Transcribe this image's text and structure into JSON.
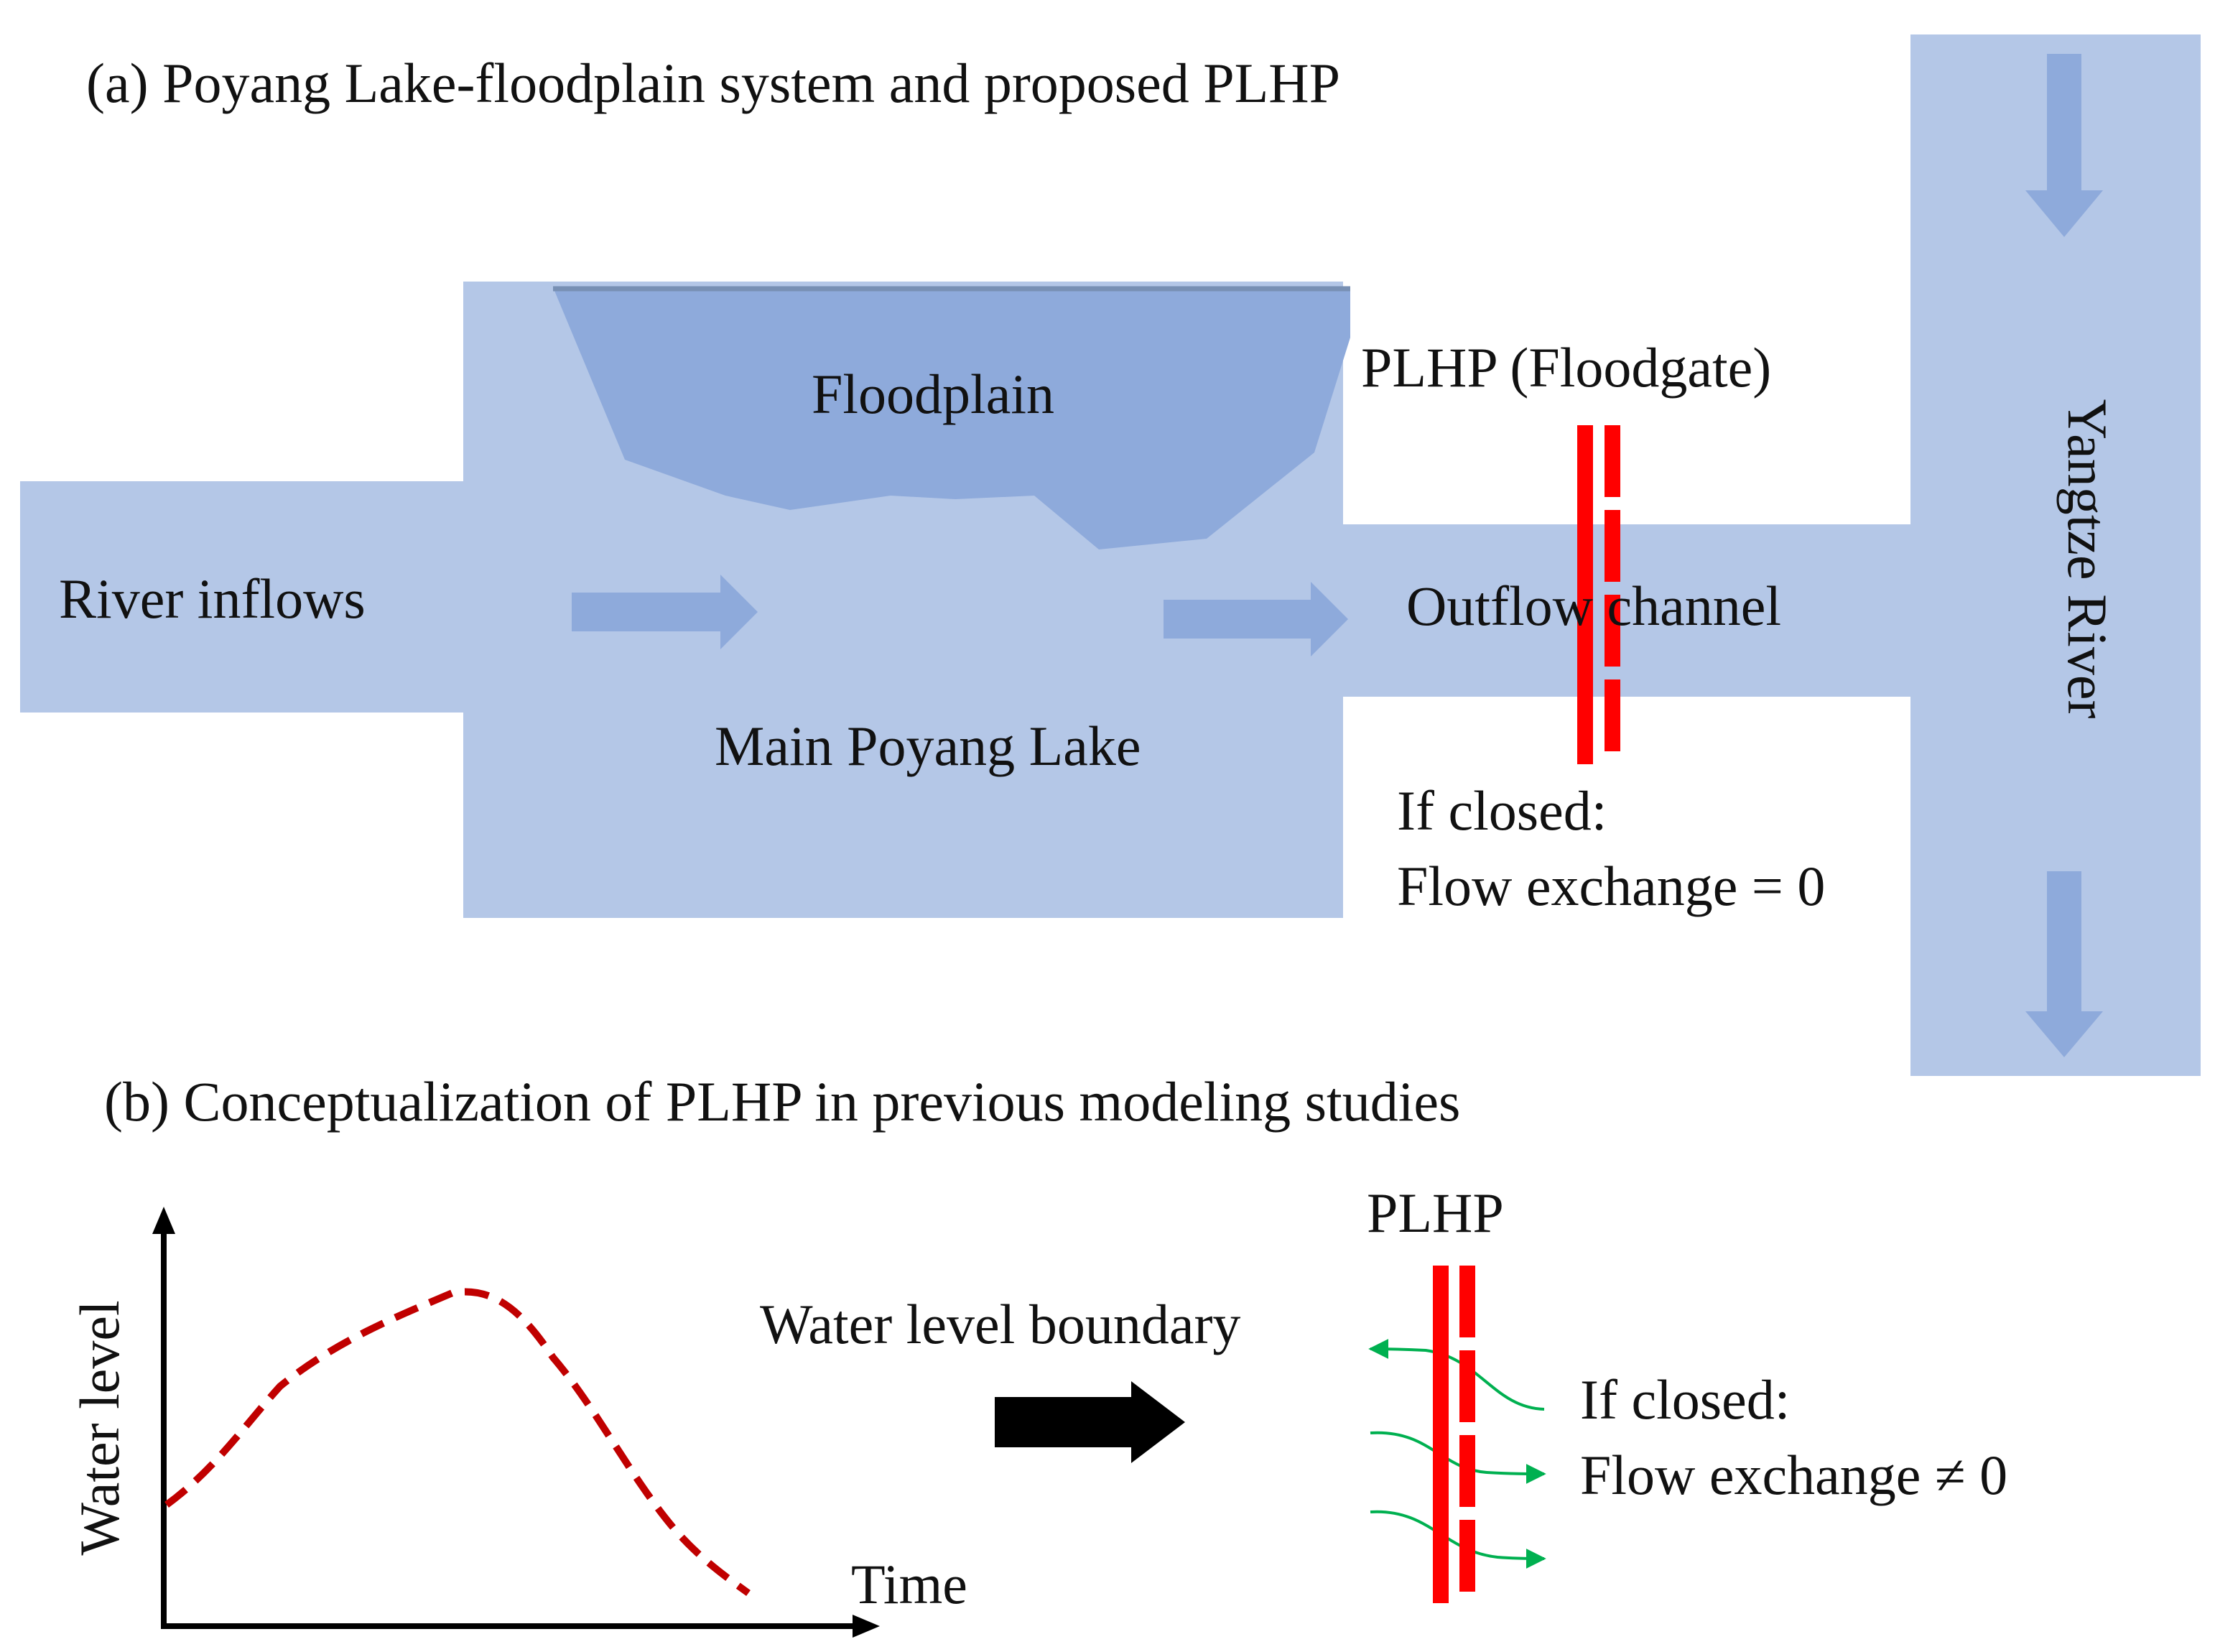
{
  "panel_a": {
    "title": "(a) Poyang Lake-floodplain system and proposed PLHP",
    "labels": {
      "river_inflows": "River inflows",
      "floodplain": "Floodplain",
      "main_lake": "Main Poyang Lake",
      "outflow_channel": "Outflow channel",
      "plhp_floodgate": "PLHP (Floodgate)",
      "yangtze_river": "Yangtze River",
      "if_closed": "If closed:",
      "flow_exchange": "Flow exchange = 0"
    }
  },
  "panel_b": {
    "title": "(b) Conceptualization of PLHP in previous modeling studies",
    "labels": {
      "y_axis": "Water level",
      "x_axis": "Time",
      "boundary": "Water level boundary",
      "plhp": "PLHP",
      "if_closed": "If closed:",
      "flow_exchange": "Flow exchange ≠ 0"
    }
  },
  "colors": {
    "water_light": "#b4c7e7",
    "floodplain": "#8eaadb",
    "flow_arrow": "#8eaadb",
    "gate_red": "#ff0000",
    "curve_red": "#c00000",
    "green_arrow": "#00b050",
    "black": "#000000"
  }
}
